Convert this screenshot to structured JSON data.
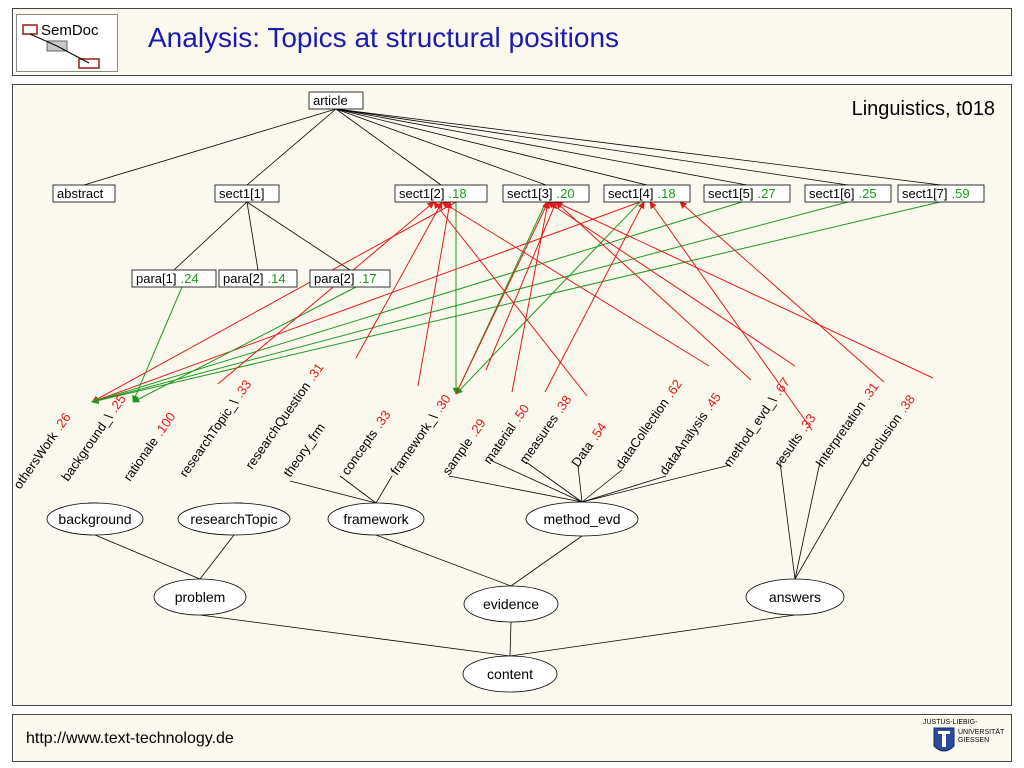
{
  "header": {
    "title": "Analysis: Topics at structural positions",
    "logo_text": "SemDoc"
  },
  "corpus_label": "Linguistics, t018",
  "footer": {
    "url": "http://www.text-technology.de",
    "uni_lines": [
      "JUSTUS-LIEBIG-",
      "UNIVERSITÄT",
      "GIESSEN"
    ]
  },
  "colors": {
    "red": "#e41a1a",
    "green": "#1a9a1a",
    "title": "#1a1ab0",
    "line": "#000000"
  },
  "doc_nodes": [
    {
      "id": "article",
      "label": "article"
    },
    {
      "id": "abstract",
      "label": "abstract"
    },
    {
      "id": "s1",
      "label": "sect1[1]"
    },
    {
      "id": "s2",
      "label": "sect1[2]",
      "score": ".18",
      "score_color": "green"
    },
    {
      "id": "s3",
      "label": "sect1[3]",
      "score": ".20",
      "score_color": "green"
    },
    {
      "id": "s4",
      "label": "sect1[4]",
      "score": ".18",
      "score_color": "green"
    },
    {
      "id": "s5",
      "label": "sect1[5]",
      "score": ".27",
      "score_color": "green"
    },
    {
      "id": "s6",
      "label": "sect1[6]",
      "score": ".25",
      "score_color": "green"
    },
    {
      "id": "s7",
      "label": "sect1[7]",
      "score": ".59",
      "score_color": "green"
    },
    {
      "id": "p1",
      "label": "para[1]",
      "score": ".24",
      "score_color": "green"
    },
    {
      "id": "p2",
      "label": "para[2]",
      "score": ".14",
      "score_color": "green"
    },
    {
      "id": "p3",
      "label": "para[2]",
      "score": ".17",
      "score_color": "green"
    }
  ],
  "topics": [
    {
      "id": "othersWork",
      "label": "othersWork",
      "score": ".26"
    },
    {
      "id": "background_",
      "label": "background_\\",
      "score": ".25"
    },
    {
      "id": "rationale",
      "label": "rationale",
      "score": ".100"
    },
    {
      "id": "researchTopic_",
      "label": "researchTopic_\\",
      "score": ".33"
    },
    {
      "id": "researchQuestion",
      "label": "researchQuestion",
      "score": ".31"
    },
    {
      "id": "theory_frm",
      "label": "theory_frm",
      "score": ""
    },
    {
      "id": "concepts",
      "label": "concepts",
      "score": ".33"
    },
    {
      "id": "framework_",
      "label": "framework_\\",
      "score": ".30"
    },
    {
      "id": "sample",
      "label": "sample",
      "score": ".29"
    },
    {
      "id": "material",
      "label": "material",
      "score": ".50"
    },
    {
      "id": "measures",
      "label": "measures",
      "score": ".38"
    },
    {
      "id": "Data",
      "label": "Data",
      "score": ".54"
    },
    {
      "id": "dataCollection",
      "label": "dataCollection",
      "score": ".62"
    },
    {
      "id": "dataAnalysis",
      "label": "dataAnalysis",
      "score": ".45"
    },
    {
      "id": "method_evd_",
      "label": "method_evd_\\",
      "score": ".67"
    },
    {
      "id": "results",
      "label": "results",
      "score": ".33"
    },
    {
      "id": "Interpretation",
      "label": "Interpretation",
      "score": ".31"
    },
    {
      "id": "conclusion",
      "label": "conclusion",
      "score": ".38"
    }
  ],
  "groups": [
    {
      "id": "background",
      "label": "background"
    },
    {
      "id": "researchTopic",
      "label": "researchTopic"
    },
    {
      "id": "framework",
      "label": "framework"
    },
    {
      "id": "method_evd",
      "label": "method_evd"
    },
    {
      "id": "problem",
      "label": "problem"
    },
    {
      "id": "evidence",
      "label": "evidence"
    },
    {
      "id": "answers",
      "label": "answers"
    },
    {
      "id": "content",
      "label": "content"
    }
  ],
  "doc_edges": [
    [
      "article",
      "abstract"
    ],
    [
      "article",
      "s1"
    ],
    [
      "article",
      "s2"
    ],
    [
      "article",
      "s3"
    ],
    [
      "article",
      "s4"
    ],
    [
      "article",
      "s5"
    ],
    [
      "article",
      "s6"
    ],
    [
      "article",
      "s7"
    ],
    [
      "s1",
      "p1"
    ],
    [
      "s1",
      "p2"
    ],
    [
      "s1",
      "p3"
    ]
  ],
  "topic_edges": [
    [
      "othersWork",
      "background"
    ],
    [
      "background_",
      "background"
    ],
    [
      "rationale",
      "background"
    ],
    [
      "researchTopic_",
      "researchTopic"
    ],
    [
      "researchQuestion",
      "researchTopic"
    ],
    [
      "theory_frm",
      "framework"
    ],
    [
      "concepts",
      "framework"
    ],
    [
      "framework_",
      "framework"
    ],
    [
      "sample",
      "method_evd"
    ],
    [
      "material",
      "method_evd"
    ],
    [
      "measures",
      "method_evd"
    ],
    [
      "Data",
      "method_evd"
    ],
    [
      "dataCollection",
      "method_evd"
    ],
    [
      "dataAnalysis",
      "method_evd"
    ],
    [
      "method_evd_",
      "method_evd"
    ],
    [
      "results",
      "answers"
    ],
    [
      "Interpretation",
      "answers"
    ],
    [
      "conclusion",
      "answers"
    ],
    [
      "background",
      "problem"
    ],
    [
      "researchTopic",
      "problem"
    ],
    [
      "framework",
      "evidence"
    ],
    [
      "method_evd",
      "evidence"
    ],
    [
      "problem",
      "content"
    ],
    [
      "evidence",
      "content"
    ],
    [
      "answers",
      "content"
    ]
  ],
  "links": [
    {
      "from": "s2",
      "to": "othersWork",
      "color": "red"
    },
    {
      "from": "s4",
      "to": "othersWork",
      "color": "red"
    },
    {
      "from": "s5",
      "to": "othersWork",
      "color": "green"
    },
    {
      "from": "s6",
      "to": "othersWork",
      "color": "green"
    },
    {
      "from": "s7",
      "to": "othersWork",
      "color": "green"
    },
    {
      "from": "p1",
      "to": "background_",
      "color": "green"
    },
    {
      "from": "p3",
      "to": "background_",
      "color": "green"
    },
    {
      "from": "s2",
      "to": "framework_",
      "color": "green"
    },
    {
      "from": "s3",
      "to": "framework_",
      "color": "green"
    },
    {
      "from": "s4",
      "to": "framework_",
      "color": "green"
    },
    {
      "from": "researchTopic_",
      "to": "s2",
      "color": "red"
    },
    {
      "from": "researchQuestion",
      "to": "s2",
      "color": "red"
    },
    {
      "from": "concepts",
      "to": "s2",
      "color": "red"
    },
    {
      "from": "framework_",
      "to": "s3",
      "color": "red"
    },
    {
      "from": "sample",
      "to": "s3",
      "color": "red"
    },
    {
      "from": "material",
      "to": "s3",
      "color": "red"
    },
    {
      "from": "measures",
      "to": "s4",
      "color": "red"
    },
    {
      "from": "Data",
      "to": "s2",
      "color": "red"
    },
    {
      "from": "dataCollection",
      "to": "s2",
      "color": "red"
    },
    {
      "from": "dataAnalysis",
      "to": "s3",
      "color": "red"
    },
    {
      "from": "method_evd_",
      "to": "s3",
      "color": "red"
    },
    {
      "from": "results",
      "to": "s4",
      "color": "red"
    },
    {
      "from": "Interpretation",
      "to": "s4",
      "color": "red"
    },
    {
      "from": "conclusion",
      "to": "s3",
      "color": "red"
    }
  ]
}
